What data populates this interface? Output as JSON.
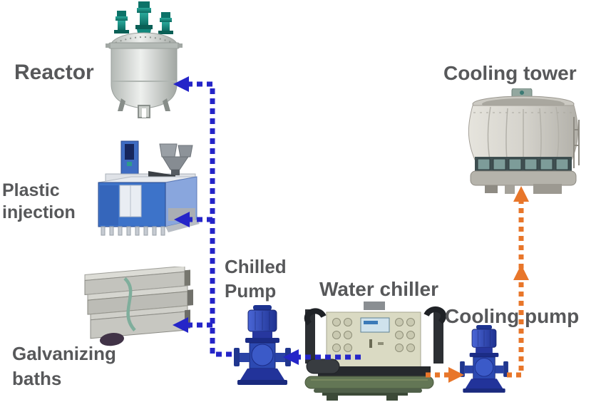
{
  "diagram": {
    "type": "process-flow",
    "subject": "Industrial water chiller cooling circuit",
    "colors": {
      "chilled_water_line": "#2525c8",
      "cooling_water_line": "#e8762a",
      "label_text": "#57585a",
      "background": "#ffffff"
    },
    "nodes": {
      "reactor": {
        "label": "Reactor",
        "lines": [
          "Reactor"
        ]
      },
      "plastic-injection": {
        "label": "Plastic injection",
        "lines": [
          "Plastic",
          "injection"
        ]
      },
      "galvanizing-baths": {
        "label": "Galvanizing baths",
        "lines": [
          "Galvanizing",
          "baths"
        ]
      },
      "chilled-pump": {
        "label": "Chilled Pump",
        "lines": [
          "Chilled",
          "Pump"
        ]
      },
      "water-chiller": {
        "label": "Water chiller",
        "lines": [
          "Water chiller"
        ]
      },
      "cooling-pump": {
        "label": "Cooling pump",
        "lines": [
          "Cooling pump"
        ]
      },
      "cooling-tower": {
        "label": "Cooling tower",
        "lines": [
          "Cooling tower"
        ]
      }
    },
    "connections": [
      {
        "from": "water-chiller",
        "to": "chilled-pump",
        "circuit": "chilled-water",
        "style": "blue dashed arrow"
      },
      {
        "from": "chilled-pump",
        "to": "reactor",
        "circuit": "chilled-water",
        "style": "blue dashed arrow"
      },
      {
        "from": "chilled-pump",
        "to": "plastic-injection",
        "circuit": "chilled-water",
        "style": "blue dashed arrow"
      },
      {
        "from": "chilled-pump",
        "to": "galvanizing-baths",
        "circuit": "chilled-water",
        "style": "blue dashed arrow"
      },
      {
        "from": "water-chiller",
        "to": "cooling-pump",
        "circuit": "cooling-water",
        "style": "orange dotted arrow"
      },
      {
        "from": "cooling-pump",
        "to": "cooling-tower",
        "circuit": "cooling-water",
        "style": "orange dotted arrow"
      }
    ]
  }
}
